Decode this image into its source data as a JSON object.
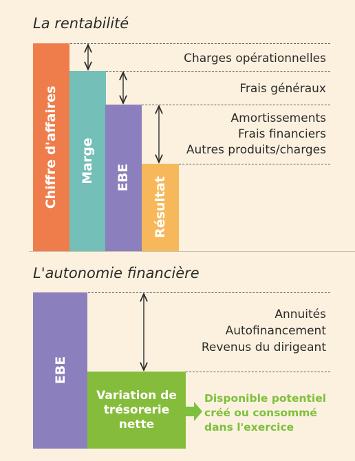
{
  "section1": {
    "title": "La rentabilité",
    "bars": [
      {
        "label": "Chiffre d'affaires",
        "color": "#ef7d4b"
      },
      {
        "label": "Marge",
        "color": "#74bfb7"
      },
      {
        "label": "EBE",
        "color": "#8b7fbd"
      },
      {
        "label": "Résultat",
        "color": "#f7b85b"
      }
    ],
    "gaps": [
      {
        "lines": [
          "Charges opérationnelles"
        ]
      },
      {
        "lines": [
          "Frais généraux"
        ]
      },
      {
        "lines": [
          "Amortissements",
          "Frais financiers",
          "Autres produits/charges"
        ]
      }
    ]
  },
  "section2": {
    "title": "L'autonomie financière",
    "ebe_label": "EBE",
    "ebe_color": "#8b7fbd",
    "vtn_label": "Variation de trésorerie nette",
    "vtn_color": "#86bc3b",
    "gap_lines": [
      "Annuités",
      "Autofinancement",
      "Revenus du dirigeant"
    ],
    "dispo_text": "Disponible potentiel créé ou consommé dans l'exercice",
    "dispo_color": "#7dc03d"
  }
}
